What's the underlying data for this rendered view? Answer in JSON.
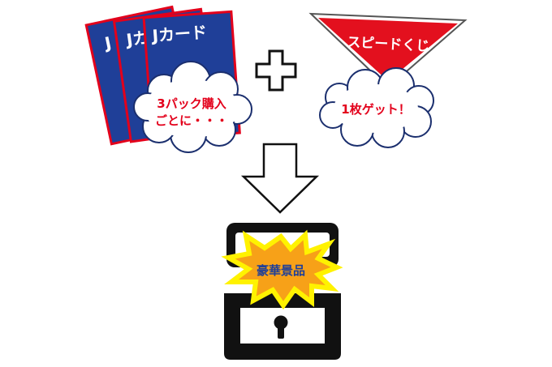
{
  "cards": {
    "title_back2": "J",
    "title_back1": "Jカ",
    "title_front": "Jカード",
    "bubble_line1": "3パック購入",
    "bubble_line2": "ごとに・・・"
  },
  "lottery": {
    "title": "スピードくじ",
    "bubble": "1枚ゲット！"
  },
  "prize": {
    "label": "豪華景品"
  },
  "colors": {
    "card_blue": "#1f3f98",
    "card_red": "#e3001b",
    "lottery_red": "#e3101e",
    "text_red": "#e3001b",
    "burst_orange": "#f7a118",
    "burst_yellow": "#fff200",
    "prize_text_blue": "#1f3f98",
    "chest_black": "#111111"
  }
}
